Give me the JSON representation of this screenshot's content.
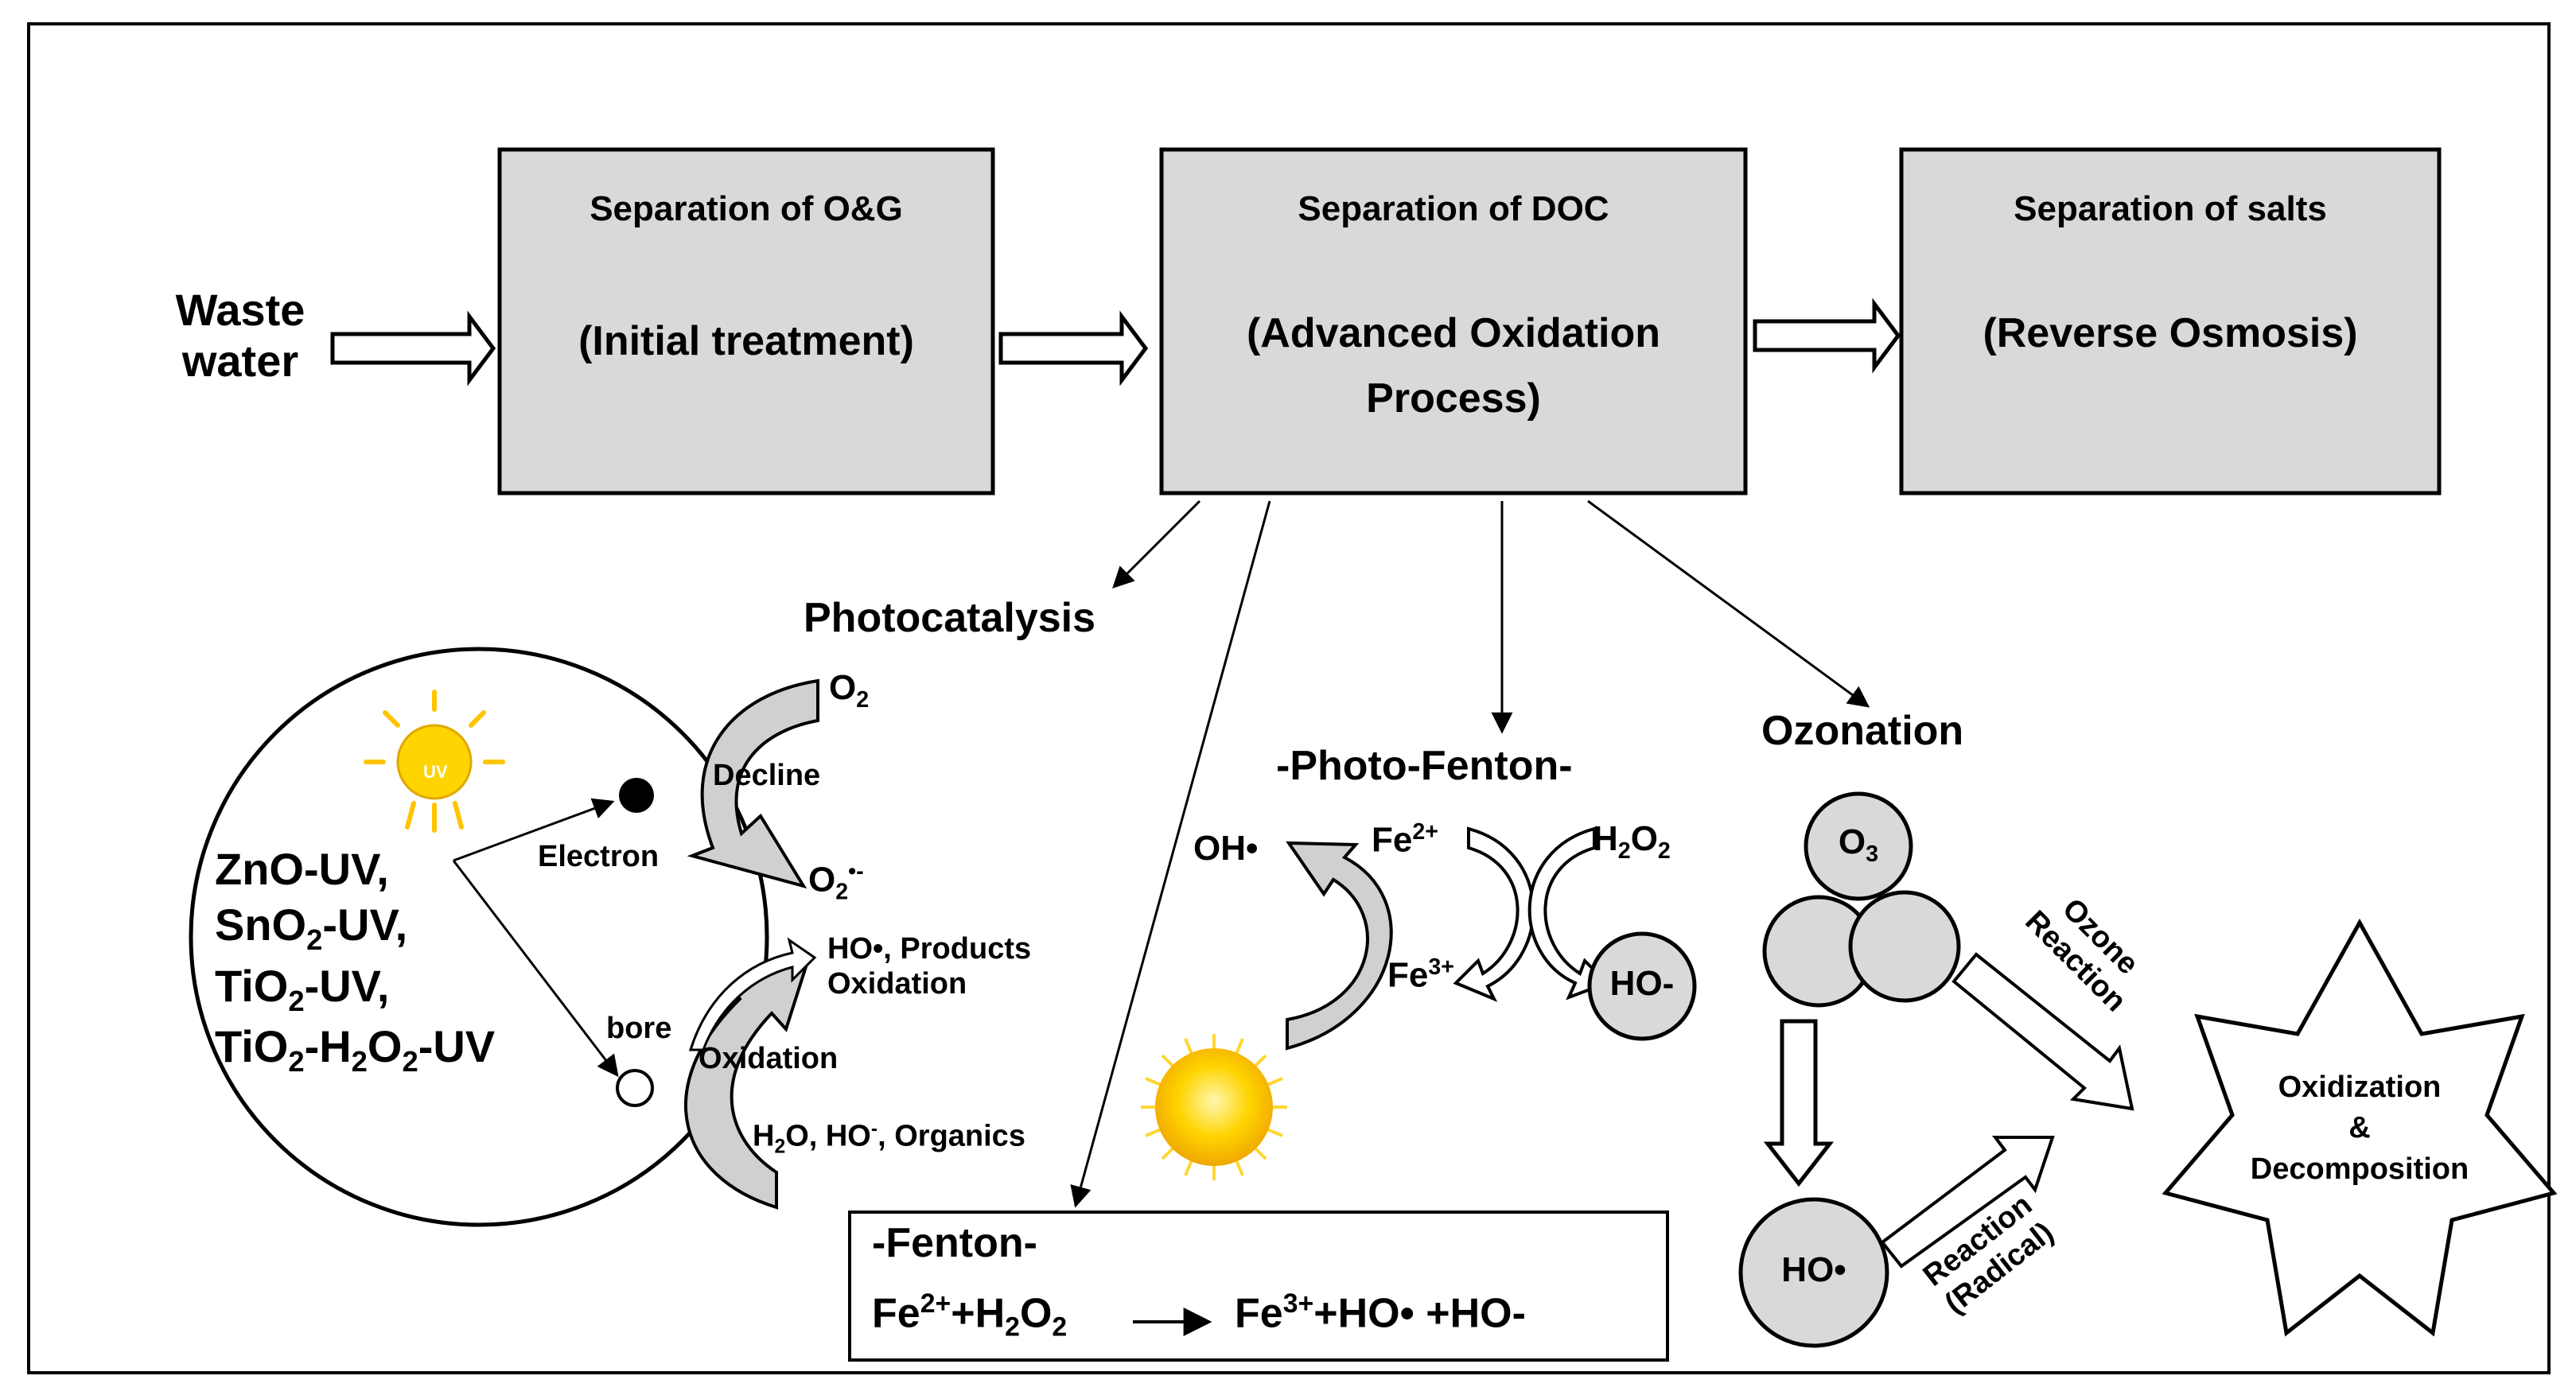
{
  "input": {
    "label_line1": "Waste",
    "label_line2": "water"
  },
  "stages": [
    {
      "title": "Separation of O&G",
      "subtitle": "(Initial treatment)"
    },
    {
      "title": "Separation of DOC",
      "subtitle_line1": "(Advanced Oxidation",
      "subtitle_line2": "Process)"
    },
    {
      "title": "Separation of salts",
      "subtitle": "(Reverse Osmosis)"
    }
  ],
  "photocatalysis": {
    "title": "Photocatalysis",
    "uv_label": "UV",
    "catalysts": {
      "c1": "ZnO-UV,",
      "c2_a": "SnO",
      "c2_sub": "2",
      "c2_b": "-UV,",
      "c3_a": "TiO",
      "c3_sub": "2",
      "c3_b": "-UV,",
      "c4_a": "TiO",
      "c4_sub": "2",
      "c4_b": "-H",
      "c4_sub2": "2",
      "c4_c": "O",
      "c4_sub3": "2",
      "c4_d": "-UV"
    },
    "electron_label": "Electron",
    "bore_label": "bore",
    "o2_a": "O",
    "o2_sub": "2",
    "decline_label": "Decline",
    "superoxide_a": "O",
    "superoxide_sub": "2",
    "superoxide_sup": "•-",
    "products_line1": "HO•, Products",
    "products_line2": "Oxidation",
    "oxidation_label": "Oxidation",
    "reactants_a": "H",
    "reactants_sub": "2",
    "reactants_b": "O, HO",
    "reactants_sup": "-",
    "reactants_c": ", Organics"
  },
  "photo_fenton": {
    "title": "-Photo-Fenton-",
    "oh_label": "OH•",
    "fe2_a": "Fe",
    "fe2_sup": "2+",
    "fe3_a": "Fe",
    "fe3_sup": "3+",
    "h2o2_a": "H",
    "h2o2_sub": "2",
    "h2o2_b": "O",
    "h2o2_sub2": "2",
    "ho_minus": "HO-"
  },
  "fenton": {
    "title": "-Fenton-",
    "eq_a": "Fe",
    "eq_sup1": "2+",
    "eq_b": "+H",
    "eq_sub1": "2",
    "eq_c": "O",
    "eq_sub2": "2",
    "eq_d": "Fe",
    "eq_sup2": "3+",
    "eq_e": "+HO• +HO-"
  },
  "ozonation": {
    "title": "Ozonation",
    "o3_a": "O",
    "o3_sub": "3",
    "ho_radical": "HO•",
    "ozone_reaction_line1": "Ozone",
    "ozone_reaction_line2": "Reaction",
    "radical_reaction_line1": "Reaction",
    "radical_reaction_line2": "(Radical)"
  },
  "result": {
    "line1": "Oxidization",
    "line2": "&",
    "line3": "Decomposition"
  },
  "colors": {
    "box_fill": "#d9d9d9",
    "circle_fill": "#d9d9d9",
    "sun": "#f5c400",
    "sun_glow": "#ffe066",
    "stroke": "#000000"
  }
}
